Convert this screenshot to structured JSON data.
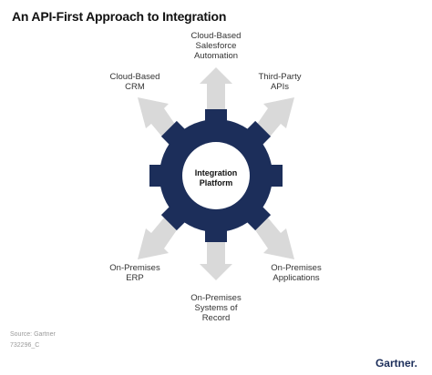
{
  "title": "An API-First Approach to Integration",
  "center": {
    "line1": "Integration",
    "line2": "Platform"
  },
  "spokes": [
    {
      "line1": "Cloud-Based",
      "line2": "Salesforce",
      "line3": "Automation"
    },
    {
      "line1": "Third-Party",
      "line2": "APIs"
    },
    {
      "line1": "On-Premises",
      "line2": "Applications"
    },
    {
      "line1": "On-Premises",
      "line2": "Systems of",
      "line3": "Record"
    },
    {
      "line1": "On-Premises",
      "line2": "ERP"
    },
    {
      "line1": "Cloud-Based",
      "line2": "CRM"
    }
  ],
  "source": "Source: Gartner",
  "doc_id": "732296_C",
  "brand": "Gartner.",
  "colors": {
    "gear": "#1c2e5a",
    "arrow": "#d9d9d9",
    "hub": "#ffffff"
  }
}
